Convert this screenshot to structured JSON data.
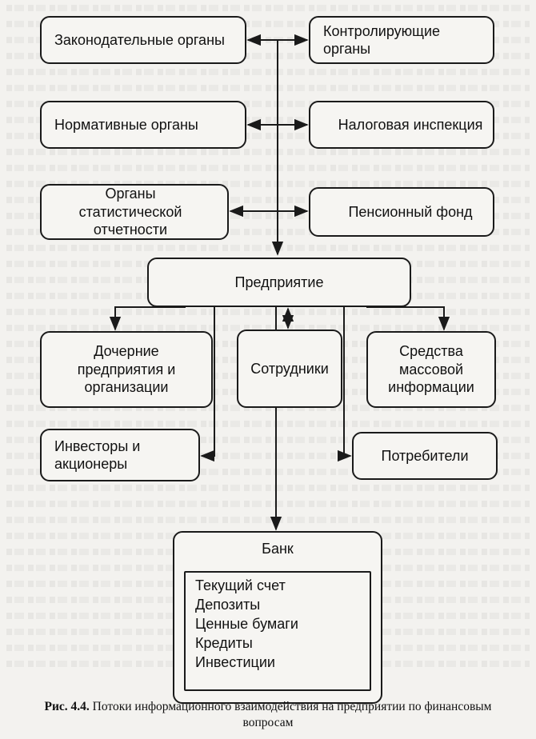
{
  "nodes": {
    "legislative": "Законодательные органы",
    "controlling": "Контролирующие органы",
    "normative": "Нормативные органы",
    "tax": "Налоговая инспекция",
    "statistics": "Органы статистической отчетности",
    "pension": "Пенсионный фонд",
    "enterprise": "Предприятие",
    "subsidiaries": "Дочерние предприятия и организации",
    "employees": "Сотрудники",
    "media": "Средства массовой информации",
    "investors": "Инвесторы и акционеры",
    "consumers": "Потребители",
    "bank": "Банк"
  },
  "bank_items": [
    "Текущий счет",
    "Депозиты",
    "Ценные бумаги",
    "Кредиты",
    "Инвестиции"
  ],
  "caption": {
    "number": "Рис. 4.4.",
    "text": "Потоки информационного взаимодействия на предприятии по финансовым вопросам"
  },
  "colors": {
    "line": "#1a1a1a",
    "paper": "#f3f2ef"
  }
}
